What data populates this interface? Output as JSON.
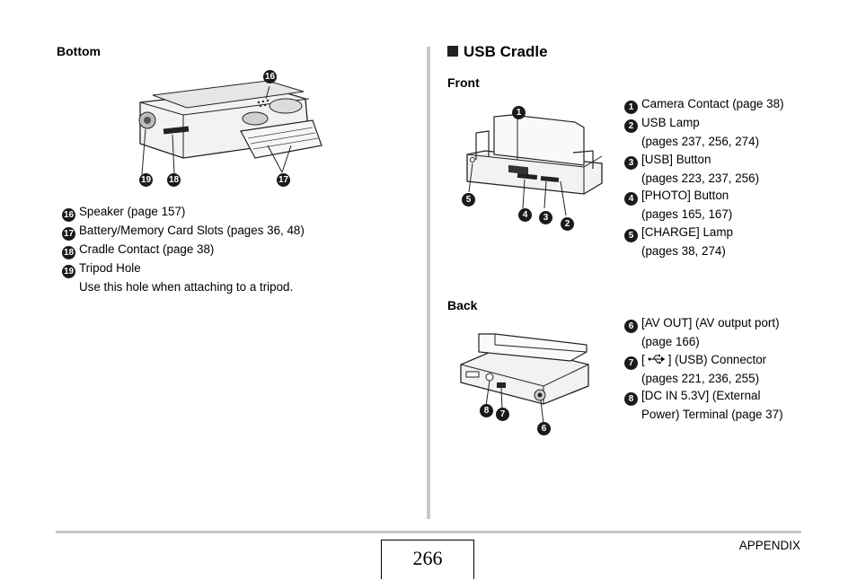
{
  "left": {
    "heading": "Bottom",
    "items": [
      {
        "num": "16",
        "text": "Speaker (page 157)"
      },
      {
        "num": "17",
        "text": "Battery/Memory Card Slots (pages 36, 48)"
      },
      {
        "num": "18",
        "text": "Cradle Contact (page 38)"
      },
      {
        "num": "19",
        "text": "Tripod Hole",
        "cont": "Use this hole when attaching to a tripod."
      }
    ]
  },
  "right": {
    "section_title": "USB Cradle",
    "front": {
      "heading": "Front",
      "items": [
        {
          "num": "1",
          "text": "Camera Contact (page 38)"
        },
        {
          "num": "2",
          "text": "USB Lamp",
          "cont": "(pages 237, 256, 274)"
        },
        {
          "num": "3",
          "text": "[USB] Button",
          "cont": "(pages 223, 237, 256)"
        },
        {
          "num": "4",
          "text": "[PHOTO] Button",
          "cont": "(pages 165, 167)"
        },
        {
          "num": "5",
          "text": "[CHARGE] Lamp",
          "cont": "(pages 38, 274)"
        }
      ]
    },
    "back": {
      "heading": "Back",
      "items": [
        {
          "num": "6",
          "text": "[AV OUT] (AV output port)",
          "cont": "(page 166)"
        },
        {
          "num": "7",
          "text_pre": "[",
          "text_post": "] (USB) Connector",
          "cont": "(pages 221, 236, 255)",
          "icon": "usb-symbol-icon"
        },
        {
          "num": "8",
          "text": "[DC IN 5.3V] (External",
          "cont": "Power) Terminal (page 37)"
        }
      ]
    }
  },
  "footer": {
    "page_number": "266",
    "section_label": "APPENDIX"
  }
}
